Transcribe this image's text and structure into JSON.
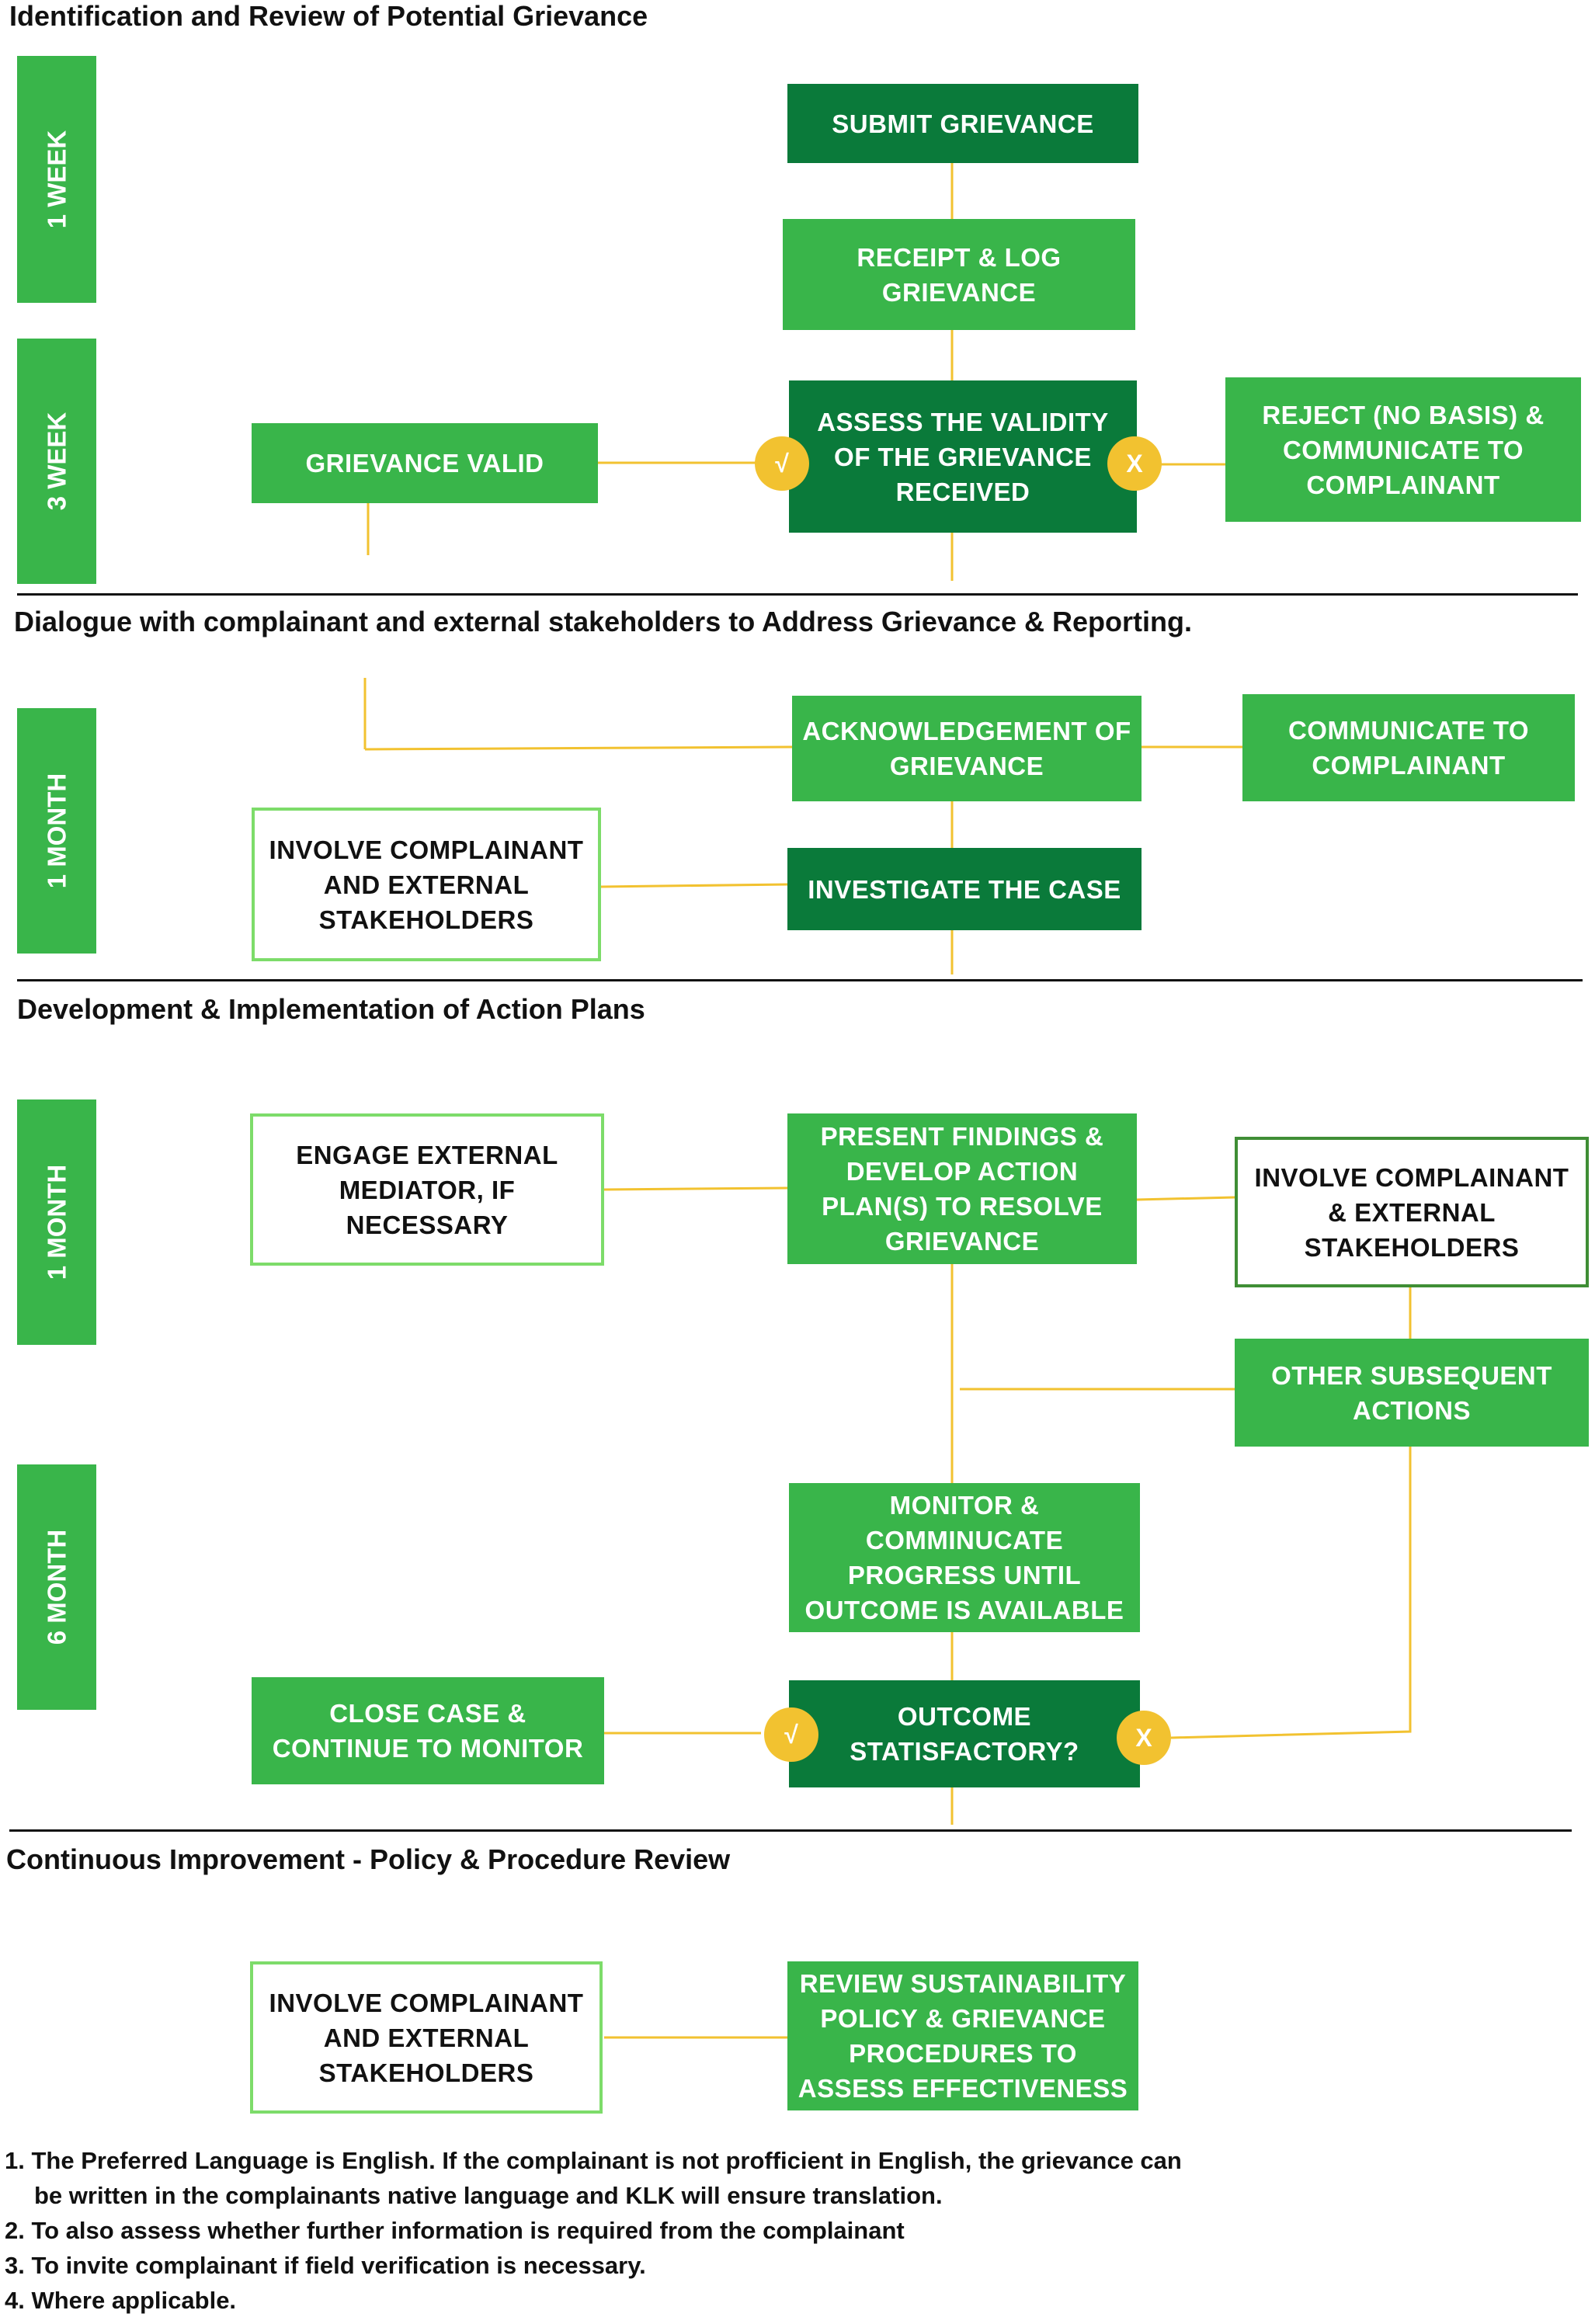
{
  "sections": [
    "Identification and Review of Potential Grievance",
    "Dialogue with complainant and external stakeholders to Address Grievance & Reporting.",
    "Development & Implementation of Action Plans",
    "Continuous Improvement - Policy & Procedure Review"
  ],
  "periods": {
    "p1": "1 WEEK",
    "p2": "3 WEEK",
    "p3": "1 MONTH",
    "p4": "1 MONTH",
    "p5": "6 MONTH"
  },
  "boxes": {
    "submit": "SUBMIT GRIEVANCE",
    "receipt": "RECEIPT & LOG GRIEVANCE",
    "assess": "ASSESS THE VALIDITY OF THE GRIEVANCE RECEIVED",
    "valid": "GRIEVANCE VALID",
    "reject": "REJECT (NO BASIS) & COMMUNICATE TO COMPLAINANT",
    "acknowledge": "ACKNOWLEDGEMENT OF GRIEVANCE",
    "communicate": "COMMUNICATE TO COMPLAINANT",
    "involve1": "INVOLVE COMPLAINANT AND EXTERNAL STAKEHOLDERS",
    "investigate": "INVESTIGATE THE CASE",
    "engage": "ENGAGE EXTERNAL MEDIATOR, IF NECESSARY",
    "present": "PRESENT FINDINGS & DEVELOP ACTION PLAN(S) TO RESOLVE GRIEVANCE",
    "involve2": "INVOLVE COMPLAINANT & EXTERNAL STAKEHOLDERS",
    "other": "OTHER SUBSEQUENT ACTIONS",
    "monitor": "MONITOR & COMMINUCATE PROGRESS UNTIL OUTCOME IS AVAILABLE",
    "close": "CLOSE CASE & CONTINUE TO MONITOR",
    "outcome": "OUTCOME STATISFACTORY?",
    "involve3": "INVOLVE COMPLAINANT AND EXTERNAL STAKEHOLDERS",
    "review": "REVIEW SUSTAINABILITY POLICY & GRIEVANCE PROCEDURES TO ASSESS EFFECTIVENESS"
  },
  "marks": {
    "yes": "√",
    "no": "X"
  },
  "colors": {
    "light_green": "#39b54a",
    "dark_green": "#0a7a3a",
    "connector": "#f2c230"
  },
  "notes": {
    "n1a": "1. The Preferred Language is English. If the complainant is not profficient in English, the grievance can",
    "n1b": "be written in the complainants native language and KLK will ensure translation.",
    "n2": "2. To also assess whether further information is required from the complainant",
    "n3": "3. To invite complainant if field verification is necessary.",
    "n4": "4. Where applicable."
  }
}
